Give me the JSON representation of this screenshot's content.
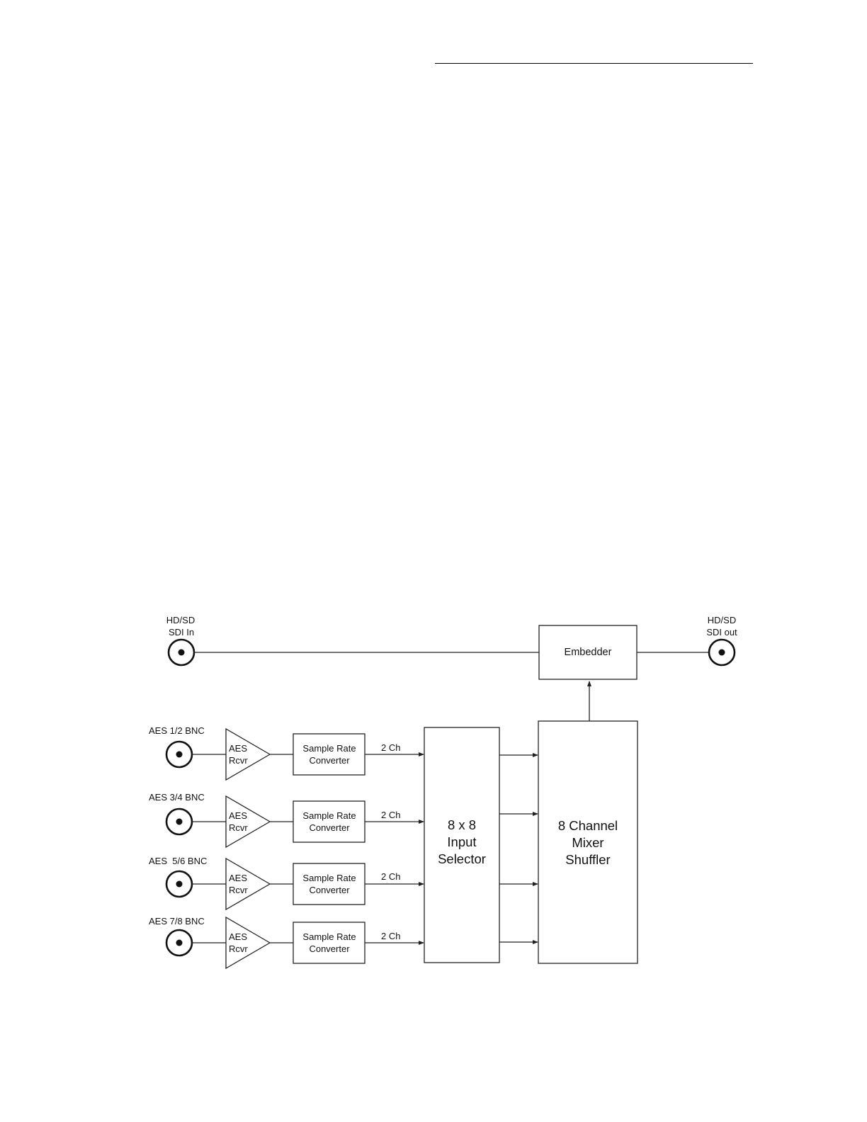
{
  "diagram": {
    "sdi_in_label": [
      "HD/SD",
      "SDI In"
    ],
    "sdi_out_label": [
      "HD/SD",
      "SDI out"
    ],
    "embedder_label": "Embedder",
    "selector_label": [
      "8 x 8",
      "Input",
      "Selector"
    ],
    "mixer_label": [
      "8 Channel",
      "Mixer",
      "Shuffler"
    ],
    "aes_inputs": [
      {
        "connector_label": "AES 1/2 BNC",
        "receiver_label": [
          "AES",
          "Rcvr"
        ],
        "converter_label": [
          "Sample Rate",
          "Converter"
        ],
        "channel_label": "2 Ch"
      },
      {
        "connector_label": "AES 3/4 BNC",
        "receiver_label": [
          "AES",
          "Rcvr"
        ],
        "converter_label": [
          "Sample Rate",
          "Converter"
        ],
        "channel_label": "2 Ch"
      },
      {
        "connector_label": "AES  5/6 BNC",
        "receiver_label": [
          "AES",
          "Rcvr"
        ],
        "converter_label": [
          "Sample Rate",
          "Converter"
        ],
        "channel_label": "2 Ch"
      },
      {
        "connector_label": "AES 7/8 BNC",
        "receiver_label": [
          "AES",
          "Rcvr"
        ],
        "converter_label": [
          "Sample Rate",
          "Converter"
        ],
        "channel_label": "2 Ch"
      }
    ]
  }
}
